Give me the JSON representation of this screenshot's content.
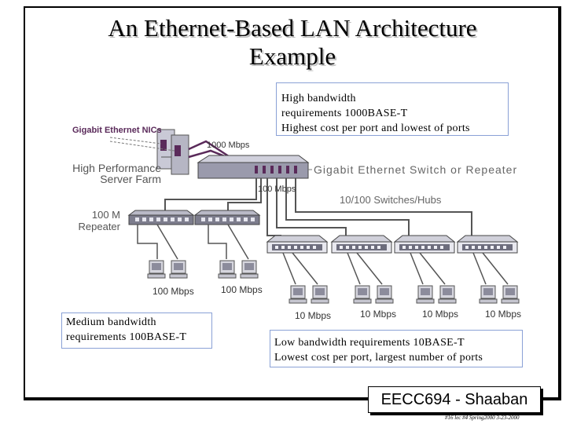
{
  "slide": {
    "title_line1": "An Ethernet-Based LAN Architecture",
    "title_line2": "Example"
  },
  "callouts": {
    "high": [
      "High bandwidth",
      "requirements 1000BASE-T",
      "Highest cost per port and lowest of ports"
    ],
    "medium": [
      "Medium bandwidth",
      "requirements 100BASE-T"
    ],
    "low": [
      "Low bandwidth requirements 10BASE-T",
      "Lowest cost per port, largest number of ports"
    ]
  },
  "diagram": {
    "nics_label": "Gigabit Ethernet NICs",
    "server_farm_line1": "High Performance",
    "server_farm_line2": "Server Farm",
    "link_1000": "1000 Mbps",
    "switch_label": "Gigabit Ethernet Switch or Repeater",
    "link_100": "100 Mbps",
    "switches_hubs_label": "10/100 Switches/Hubs",
    "repeater_line1": "100 M",
    "repeater_line2": "Repeater",
    "speed_100_left": "100 Mbps",
    "speed_100_right": "100 Mbps",
    "speed_10": [
      "10 Mbps",
      "10 Mbps",
      "10 Mbps",
      "10 Mbps"
    ]
  },
  "brand": "EECC694 - Shaaban",
  "footer": "#16 lec #4   Spring2000   3-23-2000",
  "colors": {
    "cable": "#5a2a5a",
    "device": "#c9c9d6",
    "device_dark": "#6b6b7b",
    "callout_border": "#8aa1d6"
  }
}
